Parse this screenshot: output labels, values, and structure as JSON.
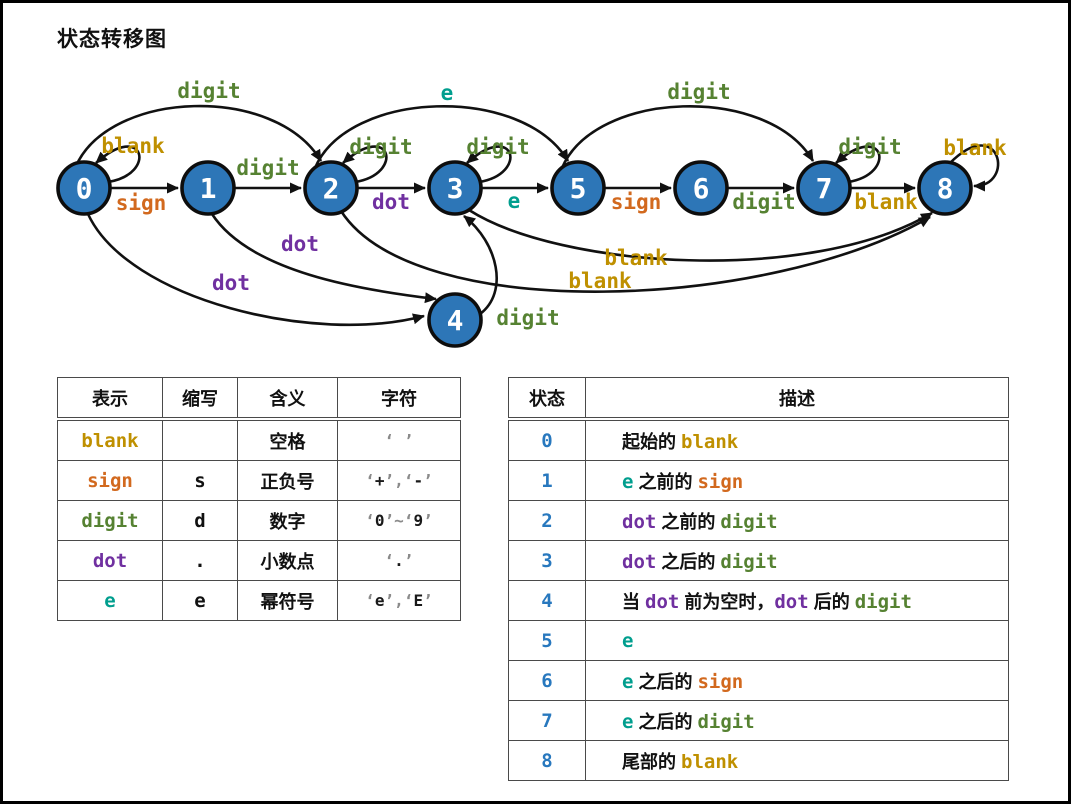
{
  "title": "状态转移图",
  "colors": {
    "node": "#2d76b7",
    "node_text": "#ffffff",
    "blank": "#bf9000",
    "sign": "#d2691e",
    "digit": "#568232",
    "dot": "#7030a0",
    "e": "#009e8e",
    "state_num": "#2878be",
    "q": "#8a8a8a",
    "ch": "#1a1a1a"
  },
  "diagram": {
    "nodes": [
      {
        "id": "0",
        "label": "0"
      },
      {
        "id": "1",
        "label": "1"
      },
      {
        "id": "2",
        "label": "2"
      },
      {
        "id": "3",
        "label": "3"
      },
      {
        "id": "4",
        "label": "4"
      },
      {
        "id": "5",
        "label": "5"
      },
      {
        "id": "6",
        "label": "6"
      },
      {
        "id": "7",
        "label": "7"
      },
      {
        "id": "8",
        "label": "8"
      }
    ],
    "edges": [
      {
        "from": "0",
        "to": "0",
        "label": "blank"
      },
      {
        "from": "0",
        "to": "1",
        "label": "sign"
      },
      {
        "from": "0",
        "to": "2",
        "label": "digit"
      },
      {
        "from": "0",
        "to": "4",
        "label": "dot"
      },
      {
        "from": "1",
        "to": "2",
        "label": "digit"
      },
      {
        "from": "1",
        "to": "4",
        "label": "dot"
      },
      {
        "from": "2",
        "to": "2",
        "label": "digit"
      },
      {
        "from": "2",
        "to": "3",
        "label": "dot"
      },
      {
        "from": "2",
        "to": "5",
        "label": "e"
      },
      {
        "from": "2",
        "to": "8",
        "label": "blank"
      },
      {
        "from": "3",
        "to": "3",
        "label": "digit"
      },
      {
        "from": "3",
        "to": "5",
        "label": "e"
      },
      {
        "from": "3",
        "to": "8",
        "label": "blank"
      },
      {
        "from": "4",
        "to": "3",
        "label": "digit"
      },
      {
        "from": "5",
        "to": "6",
        "label": "sign"
      },
      {
        "from": "5",
        "to": "7",
        "label": "digit"
      },
      {
        "from": "6",
        "to": "7",
        "label": "digit"
      },
      {
        "from": "7",
        "to": "7",
        "label": "digit"
      },
      {
        "from": "7",
        "to": "8",
        "label": "blank"
      },
      {
        "from": "8",
        "to": "8",
        "label": "blank"
      }
    ]
  },
  "legend_table": {
    "headers": [
      "表示",
      "缩写",
      "含义",
      "字符"
    ],
    "rows": [
      {
        "name": "blank",
        "key": "blank",
        "abbr": "",
        "meaning": "空格",
        "chars": [
          {
            "t": "‘ ’",
            "k": "q"
          }
        ]
      },
      {
        "name": "sign",
        "key": "sign",
        "abbr": "s",
        "meaning": "正负号",
        "chars": [
          {
            "t": "‘",
            "k": "q"
          },
          {
            "t": "+",
            "k": "ch"
          },
          {
            "t": "’,‘",
            "k": "q"
          },
          {
            "t": "-",
            "k": "ch"
          },
          {
            "t": "’",
            "k": "q"
          }
        ]
      },
      {
        "name": "digit",
        "key": "digit",
        "abbr": "d",
        "meaning": "数字",
        "chars": [
          {
            "t": "‘",
            "k": "q"
          },
          {
            "t": "0",
            "k": "ch"
          },
          {
            "t": "’~‘",
            "k": "q"
          },
          {
            "t": "9",
            "k": "ch"
          },
          {
            "t": "’",
            "k": "q"
          }
        ]
      },
      {
        "name": "dot",
        "key": "dot",
        "abbr": ".",
        "meaning": "小数点",
        "chars": [
          {
            "t": "‘",
            "k": "q"
          },
          {
            "t": ".",
            "k": "ch"
          },
          {
            "t": "’",
            "k": "q"
          }
        ]
      },
      {
        "name": "e",
        "key": "e",
        "abbr": "e",
        "meaning": "幂符号",
        "chars": [
          {
            "t": "‘",
            "k": "q"
          },
          {
            "t": "e",
            "k": "ch"
          },
          {
            "t": "’,‘",
            "k": "q"
          },
          {
            "t": "E",
            "k": "ch"
          },
          {
            "t": "’",
            "k": "q"
          }
        ]
      }
    ]
  },
  "state_table": {
    "headers": [
      "状态",
      "描述"
    ],
    "rows": [
      {
        "state": "0",
        "desc": [
          {
            "t": "起始的 ",
            "k": "plain"
          },
          {
            "t": "blank",
            "k": "blank"
          }
        ]
      },
      {
        "state": "1",
        "desc": [
          {
            "t": "e",
            "k": "e"
          },
          {
            "t": " 之前的 ",
            "k": "plain"
          },
          {
            "t": "sign",
            "k": "sign"
          }
        ]
      },
      {
        "state": "2",
        "desc": [
          {
            "t": "dot",
            "k": "dot"
          },
          {
            "t": " 之前的 ",
            "k": "plain"
          },
          {
            "t": "digit",
            "k": "digit"
          }
        ]
      },
      {
        "state": "3",
        "desc": [
          {
            "t": "dot",
            "k": "dot"
          },
          {
            "t": " 之后的 ",
            "k": "plain"
          },
          {
            "t": "digit",
            "k": "digit"
          }
        ]
      },
      {
        "state": "4",
        "desc": [
          {
            "t": "当 ",
            "k": "plain"
          },
          {
            "t": "dot",
            "k": "dot"
          },
          {
            "t": " 前为空时，",
            "k": "plain"
          },
          {
            "t": "dot",
            "k": "dot"
          },
          {
            "t": " 后的 ",
            "k": "plain"
          },
          {
            "t": "digit",
            "k": "digit"
          }
        ]
      },
      {
        "state": "5",
        "desc": [
          {
            "t": "e",
            "k": "e"
          }
        ]
      },
      {
        "state": "6",
        "desc": [
          {
            "t": "e",
            "k": "e"
          },
          {
            "t": " 之后的 ",
            "k": "plain"
          },
          {
            "t": "sign",
            "k": "sign"
          }
        ]
      },
      {
        "state": "7",
        "desc": [
          {
            "t": "e",
            "k": "e"
          },
          {
            "t": " 之后的 ",
            "k": "plain"
          },
          {
            "t": "digit",
            "k": "digit"
          }
        ]
      },
      {
        "state": "8",
        "desc": [
          {
            "t": "尾部的 ",
            "k": "plain"
          },
          {
            "t": "blank",
            "k": "blank"
          }
        ]
      }
    ]
  }
}
